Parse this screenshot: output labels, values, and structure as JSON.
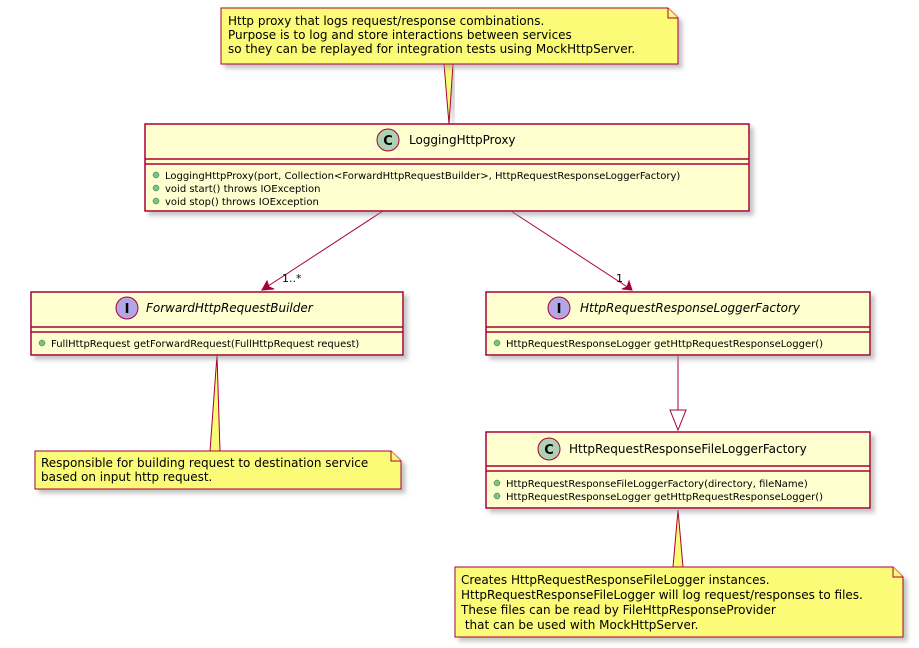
{
  "notes": {
    "proxy": [
      "Http proxy that logs request/response combinations.",
      "Purpose is to log and store interactions between services",
      "so they can be replayed for integration tests using MockHttpServer."
    ],
    "builder": [
      "Responsible for building request to destination service",
      "based on input http request."
    ],
    "file_logger": [
      "Creates HttpRequestResponseFileLogger instances.",
      "HttpRequestResponseFileLogger will log request/responses to files.",
      "These files can be read by FileHttpResponseProvider",
      " that can be used with MockHttpServer."
    ]
  },
  "classes": {
    "logging_proxy": {
      "kind": "class",
      "glyph": "C",
      "name": "LoggingHttpProxy",
      "members": [
        "LoggingHttpProxy(port, Collection<ForwardHttpRequestBuilder>, HttpRequestResponseLoggerFactory)",
        "void start() throws IOException",
        "void stop() throws IOException"
      ]
    },
    "builder": {
      "kind": "interface",
      "glyph": "I",
      "name": "ForwardHttpRequestBuilder",
      "members": [
        "FullHttpRequest getForwardRequest(FullHttpRequest request)"
      ]
    },
    "logger_factory": {
      "kind": "interface",
      "glyph": "I",
      "name": "HttpRequestResponseLoggerFactory",
      "members": [
        "HttpRequestResponseLogger getHttpRequestResponseLogger()"
      ]
    },
    "file_logger_factory": {
      "kind": "class",
      "glyph": "C",
      "name": "HttpRequestResponseFileLoggerFactory",
      "members": [
        "HttpRequestResponseFileLoggerFactory(directory, fileName)",
        "HttpRequestResponseLogger getHttpRequestResponseLogger()"
      ]
    }
  },
  "relations": {
    "proxy_to_builder": "1..*",
    "proxy_to_factory": "1"
  },
  "colors": {
    "class_fill": "#FEFECE",
    "border": "#A80036",
    "note_fill": "#FBFB77",
    "class_glyph": "#ADD1B2",
    "interface_glyph": "#B4A7E5",
    "member_marker": "#84BE84"
  }
}
